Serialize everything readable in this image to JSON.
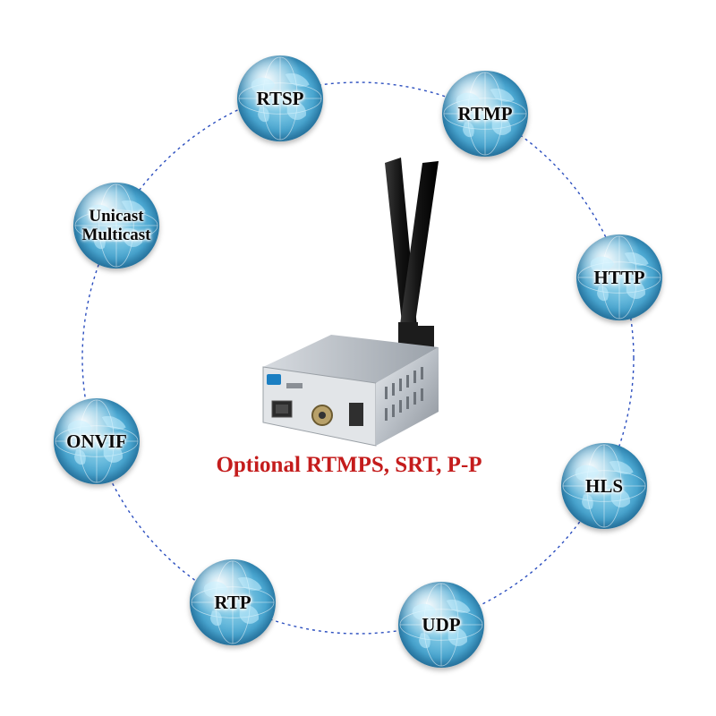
{
  "protocols": [
    {
      "id": "rtsp",
      "label": "RTSP"
    },
    {
      "id": "rtmp",
      "label": "RTMP"
    },
    {
      "id": "unicast",
      "label": "Unicast Multicast"
    },
    {
      "id": "http",
      "label": "HTTP"
    },
    {
      "id": "onvif",
      "label": "ONVIF"
    },
    {
      "id": "hls",
      "label": "HLS"
    },
    {
      "id": "rtp",
      "label": "RTP"
    },
    {
      "id": "udp",
      "label": "UDP"
    }
  ],
  "caption": "Optional RTMPS, SRT, P-P",
  "colors": {
    "caption": "#c41c1c",
    "ring": "#2c4fbf",
    "globe": "#4ba8d2"
  },
  "icons": {
    "device": "4g-encoder-device-icon",
    "globe": "globe-icon"
  }
}
